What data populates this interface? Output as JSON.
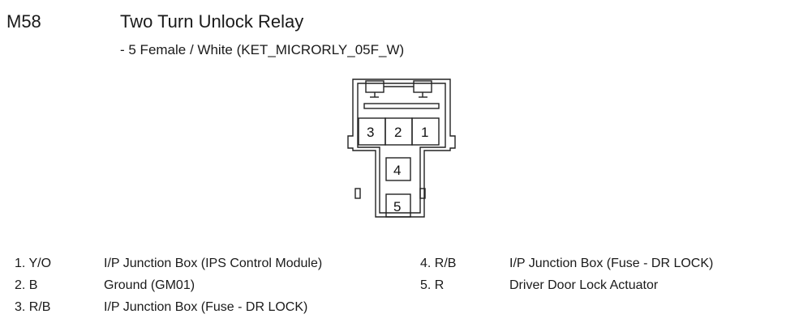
{
  "connector": {
    "code": "M58",
    "title": "Two Turn Unlock Relay",
    "subtitle": "- 5 Female / White (KET_MICRORLY_05F_W)",
    "pin_labels": [
      "3",
      "2",
      "1",
      "4",
      "5"
    ]
  },
  "pins": [
    {
      "id": "1. Y/O",
      "description": "I/P Junction Box (IPS Control Module)"
    },
    {
      "id": "2. B",
      "description": "Ground (GM01)"
    },
    {
      "id": "3. R/B",
      "description": "I/P Junction Box (Fuse - DR LOCK)"
    },
    {
      "id": "4. R/B",
      "description": "I/P Junction Box (Fuse - DR LOCK)"
    },
    {
      "id": "5. R",
      "description": "Driver Door Lock Actuator"
    }
  ]
}
